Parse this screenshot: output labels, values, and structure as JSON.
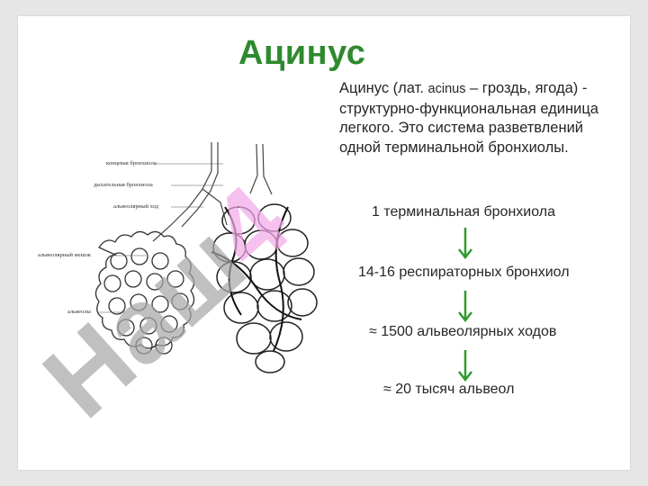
{
  "slide": {
    "title": "Ацинус",
    "definition": {
      "part1": "Ацинус (лат. ",
      "latin": "acinus",
      "part2": " – гроздь, ягода) - структурно-функциональная единица легкого. Это  система разветвлений одной терминальной бронхиолы."
    },
    "steps": [
      "1 терминальная бронхиола",
      "14-16 респираторных бронхиол",
      "≈ 1500 альвеолярных ходов",
      "≈ 20 тысяч альвеол"
    ],
    "diagram_labels": [
      "концевая бронхиола",
      "дыхательная бронхиола",
      "альвеолярный ход",
      "альвеолярный мешок",
      "альвеолы"
    ],
    "watermark": "Наш4"
  },
  "colors": {
    "title": "#2f8a2f",
    "arrow": "#2e9b2e",
    "watermark_gray": "#a6a6a6",
    "watermark_pink": "#f2a7e8",
    "background": "#e6e6e6"
  }
}
